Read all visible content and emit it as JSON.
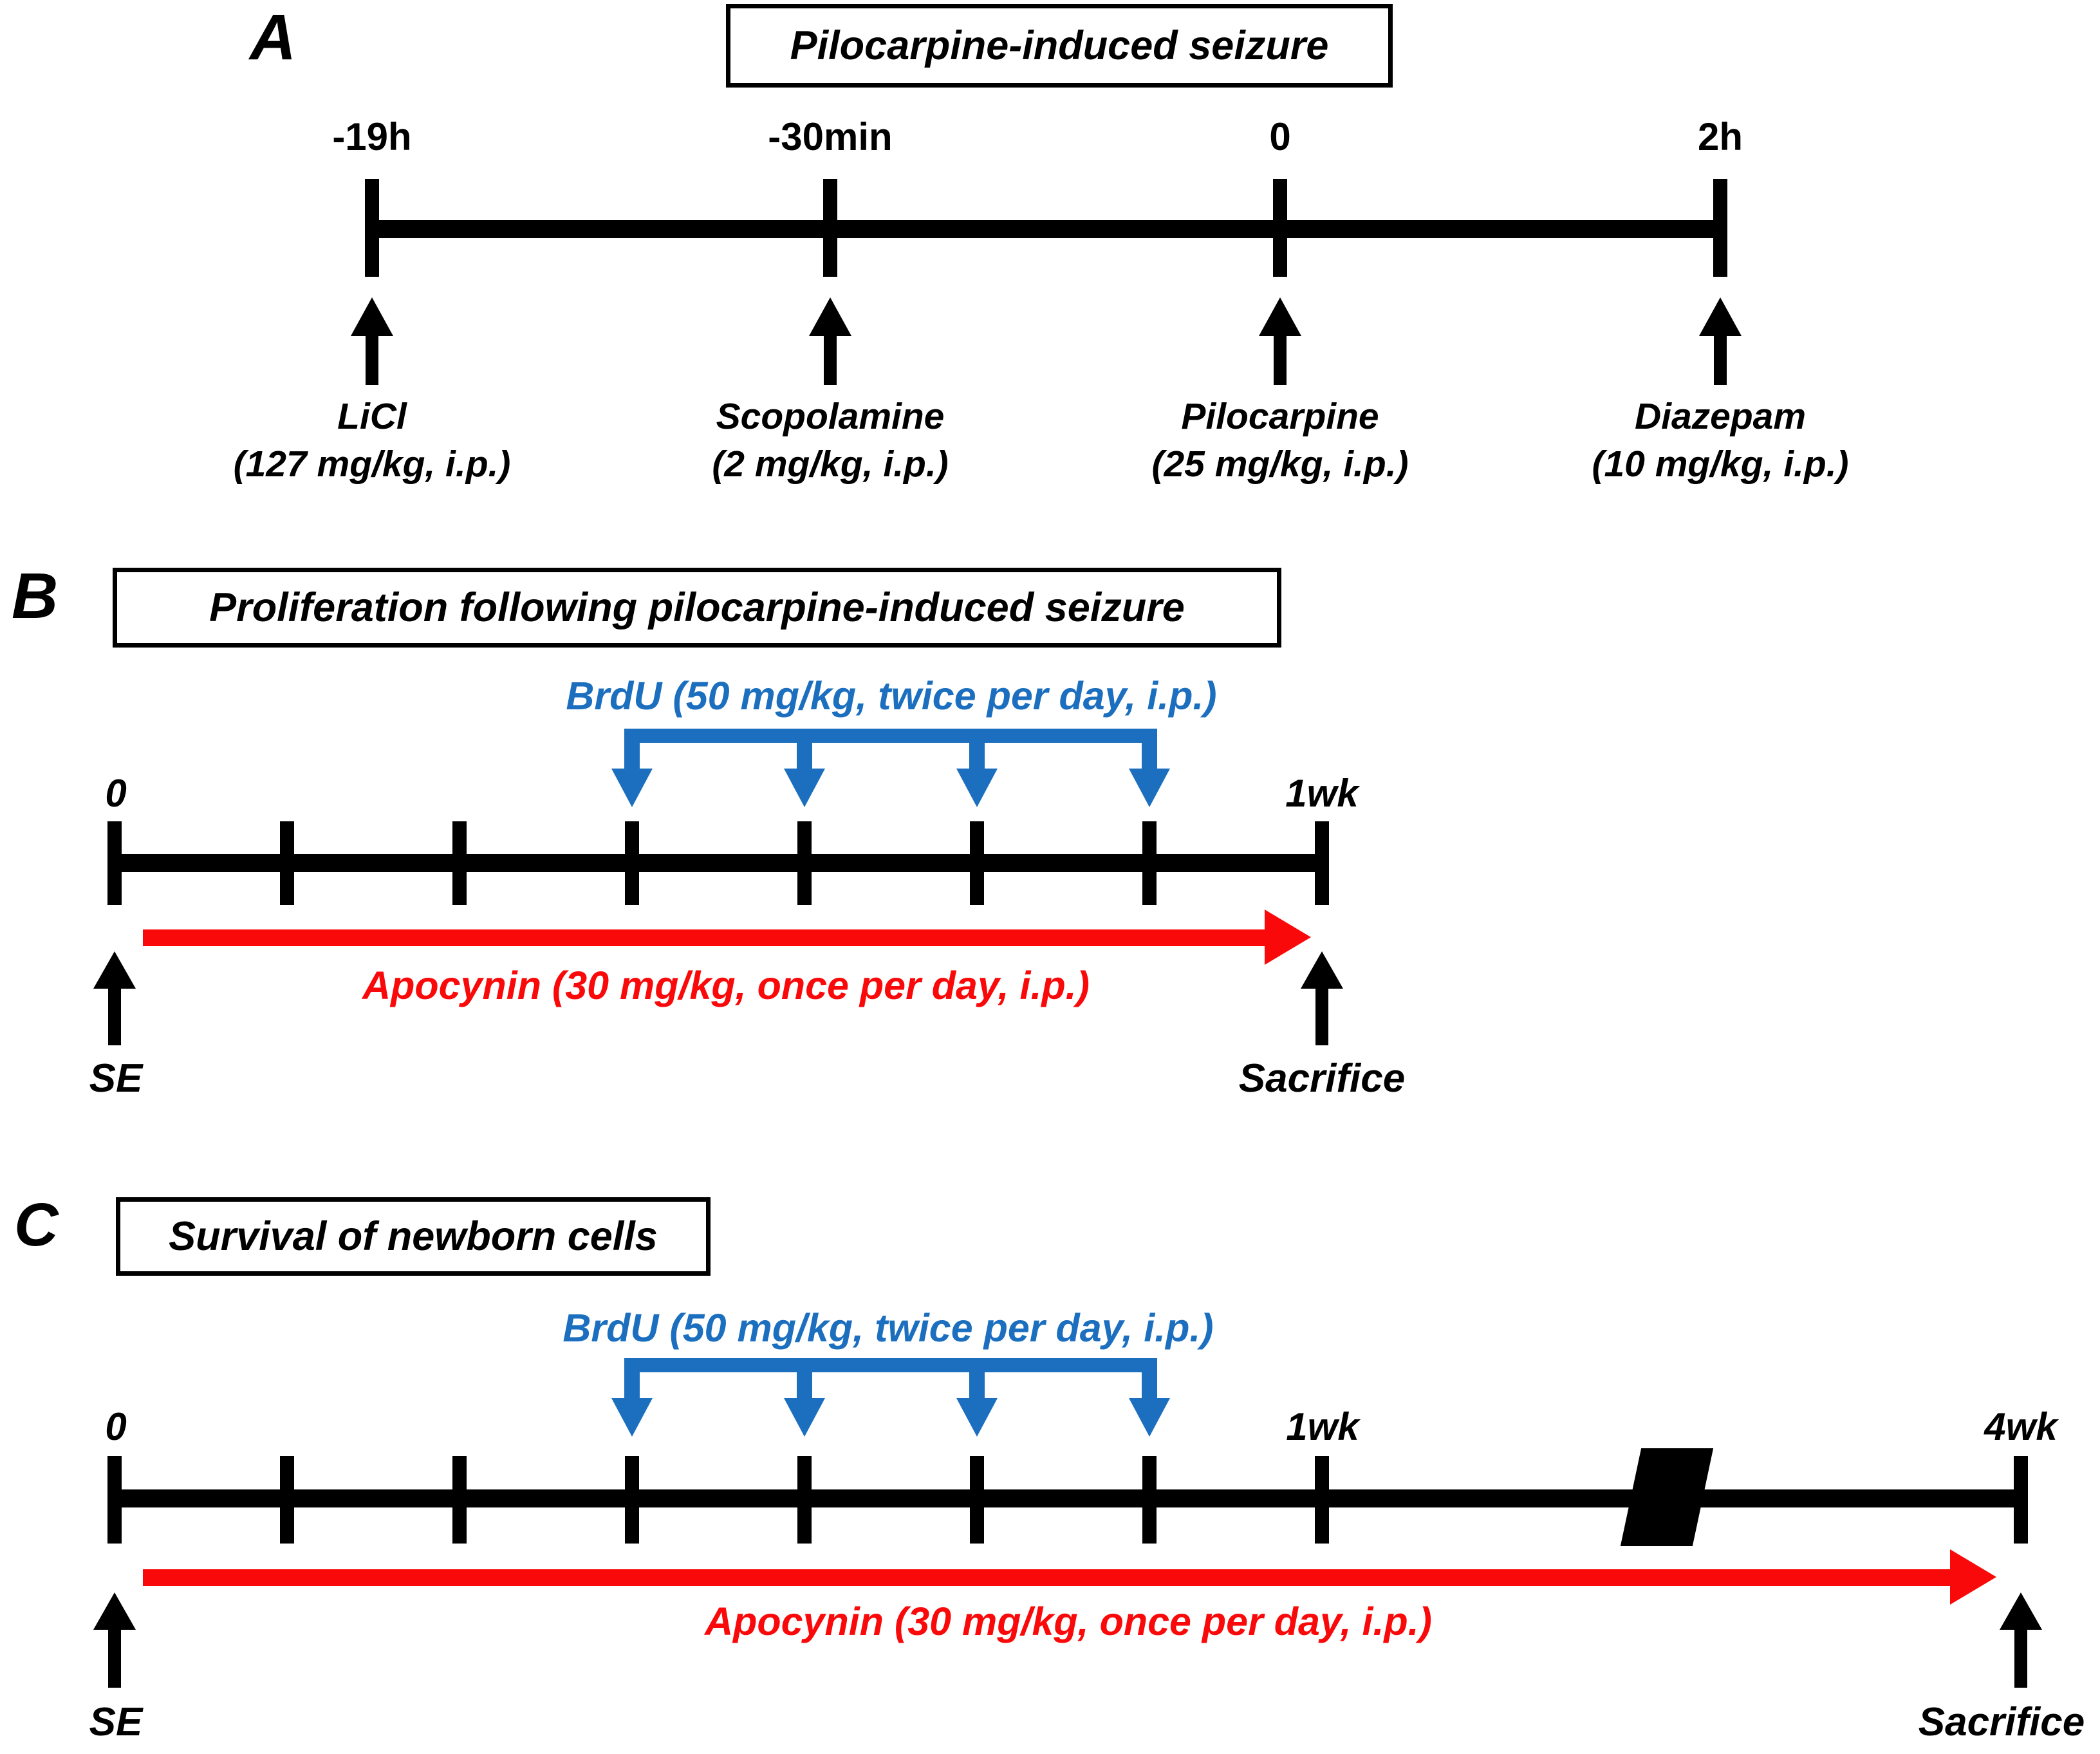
{
  "colors": {
    "blue": "#1B6FBE",
    "red": "#F90909"
  },
  "panelA": {
    "label": "A",
    "title": "Pilocarpine-induced seizure",
    "events": [
      {
        "time": "-19h",
        "drug": "LiCl",
        "dose": "(127 mg/kg, i.p.)"
      },
      {
        "time": "-30min",
        "drug": "Scopolamine",
        "dose": "(2 mg/kg, i.p.)"
      },
      {
        "time": "0",
        "drug": "Pilocarpine",
        "dose": "(25 mg/kg, i.p.)"
      },
      {
        "time": "2h",
        "drug": "Diazepam",
        "dose": "(10 mg/kg, i.p.)"
      }
    ]
  },
  "panelB": {
    "label": "B",
    "title": "Proliferation following pilocarpine-induced seizure",
    "brdu_label": "BrdU (50 mg/kg, twice per day, i.p.)",
    "apocynin_label": "Apocynin (30 mg/kg, once per day, i.p.)",
    "timeline": {
      "start": "0",
      "end": "1wk"
    },
    "se_label": "SE",
    "sacrifice_label": "Sacrifice"
  },
  "panelC": {
    "label": "C",
    "title": "Survival of newborn cells",
    "brdu_label": "BrdU (50 mg/kg, twice per day, i.p.)",
    "apocynin_label": "Apocynin (30 mg/kg, once per day, i.p.)",
    "timeline": {
      "start": "0",
      "week1": "1wk",
      "end": "4wk"
    },
    "se_label": "SE",
    "sacrifice_label": "Sacrifice"
  }
}
